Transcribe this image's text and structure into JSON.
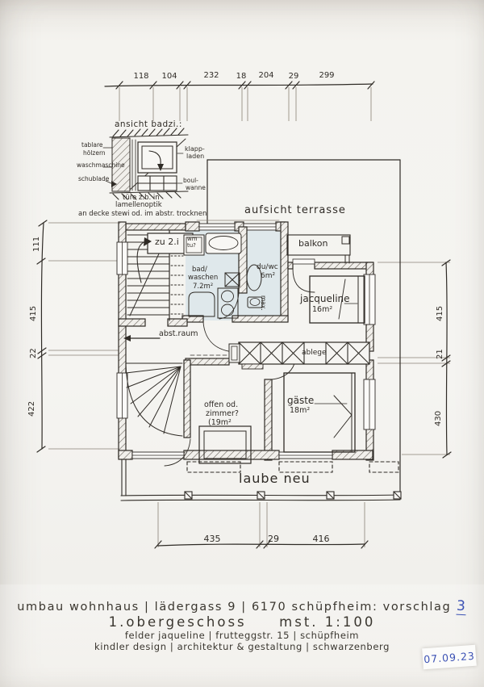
{
  "document": {
    "type": "scanned hand-drawn floor plan sketch",
    "colors": {
      "ink": "#2f2b26",
      "blue_ink": "#3b51b4",
      "bath_highlight": "#c9dbe6",
      "paper": "#f4f3ef"
    }
  },
  "dims": {
    "top": [
      "118",
      "104",
      "232",
      "18",
      "204",
      "29",
      "299"
    ],
    "left": [
      "111",
      "415",
      "22",
      "422"
    ],
    "right": [
      "415",
      "21",
      "430"
    ],
    "bottom": [
      "435",
      "29",
      "416"
    ]
  },
  "detail": {
    "title": "ansicht badzi.:",
    "label_shelves_1": "tablare",
    "label_shelves_2": "hölzern",
    "label_wm": "waschmaschine",
    "label_drawer": "schublade",
    "label_shutter_1": "klapp-",
    "label_shutter_2": "laden",
    "label_bench_1": "boul-",
    "label_bench_2": "wanne",
    "note_door_1": "türe z.b. in",
    "note_door_2": "lamellenoptik",
    "note_ceiling": "an decke stewi od. im abstr. trocknen"
  },
  "plan": {
    "terrace": "aufsicht terrasse",
    "balcony": "balkon",
    "stairs_up": "zu 2.i",
    "wm_line1": "wm",
    "wm_line2": "tu?",
    "bath_line1": "bad/",
    "bath_line2": "waschen",
    "bath_area": "7.2m²",
    "shower_wc": "du/wc",
    "shower_wc_area": "6m²",
    "max": "max.",
    "storage": "abst.raum",
    "wardrobe": "ablege",
    "room1_name": "jacqueline",
    "room1_area": "16m²",
    "room2_line1": "offen od.",
    "room2_line2": "zimmer?",
    "room2_area": "(19m²",
    "room3_name": "gäste",
    "room3_area": "18m²",
    "porch": "laube neu"
  },
  "title_block": {
    "line1": "umbau wohnhaus | lädergass 9 | 6170 schüpfheim: vorschlag",
    "proposal_no": "3",
    "line2_left": "1.obergeschoss",
    "line2_right": "mst. 1:100",
    "line3": "felder jaqueline | frutteggstr. 15 | schüpfheim",
    "line4": "kindler design | architektur & gestaltung | schwarzenberg",
    "date": "07.09.23"
  }
}
